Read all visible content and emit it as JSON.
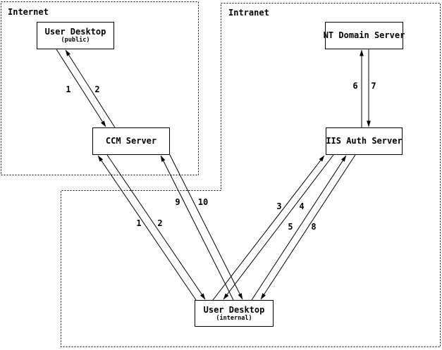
{
  "diagram": {
    "background_color": "#ffffff",
    "line_color": "#000000",
    "regions": {
      "internet": {
        "label": "Internet"
      },
      "intranet": {
        "label": "Intranet"
      }
    },
    "nodes": {
      "user_desktop_public": {
        "title": "User Desktop",
        "subtitle": "(public)"
      },
      "ccm_server": {
        "title": "CCM Server"
      },
      "nt_domain_server": {
        "title": "NT Domain Server"
      },
      "iis_auth_server": {
        "title": "IIS Auth Server"
      },
      "user_desktop_internal": {
        "title": "User Desktop",
        "subtitle": "(internal)"
      }
    },
    "edge_labels": [
      {
        "id": "public-desktop-to-ccm",
        "label": "1"
      },
      {
        "id": "ccm-to-public-desktop",
        "label": "2"
      },
      {
        "id": "internal-desktop-to-ccm",
        "label": "1"
      },
      {
        "id": "ccm-to-internal-desktop",
        "label": "2"
      },
      {
        "id": "internal-desktop-to-iis-a",
        "label": "3"
      },
      {
        "id": "iis-to-internal-desktop-a",
        "label": "4"
      },
      {
        "id": "internal-desktop-to-iis-b",
        "label": "5"
      },
      {
        "id": "iis-to-nt-domain",
        "label": "6"
      },
      {
        "id": "nt-domain-to-iis",
        "label": "7"
      },
      {
        "id": "iis-to-internal-desktop-b",
        "label": "8"
      },
      {
        "id": "internal-desktop-to-ccm-b",
        "label": "9"
      },
      {
        "id": "ccm-to-internal-desktop-b",
        "label": "10"
      }
    ]
  }
}
